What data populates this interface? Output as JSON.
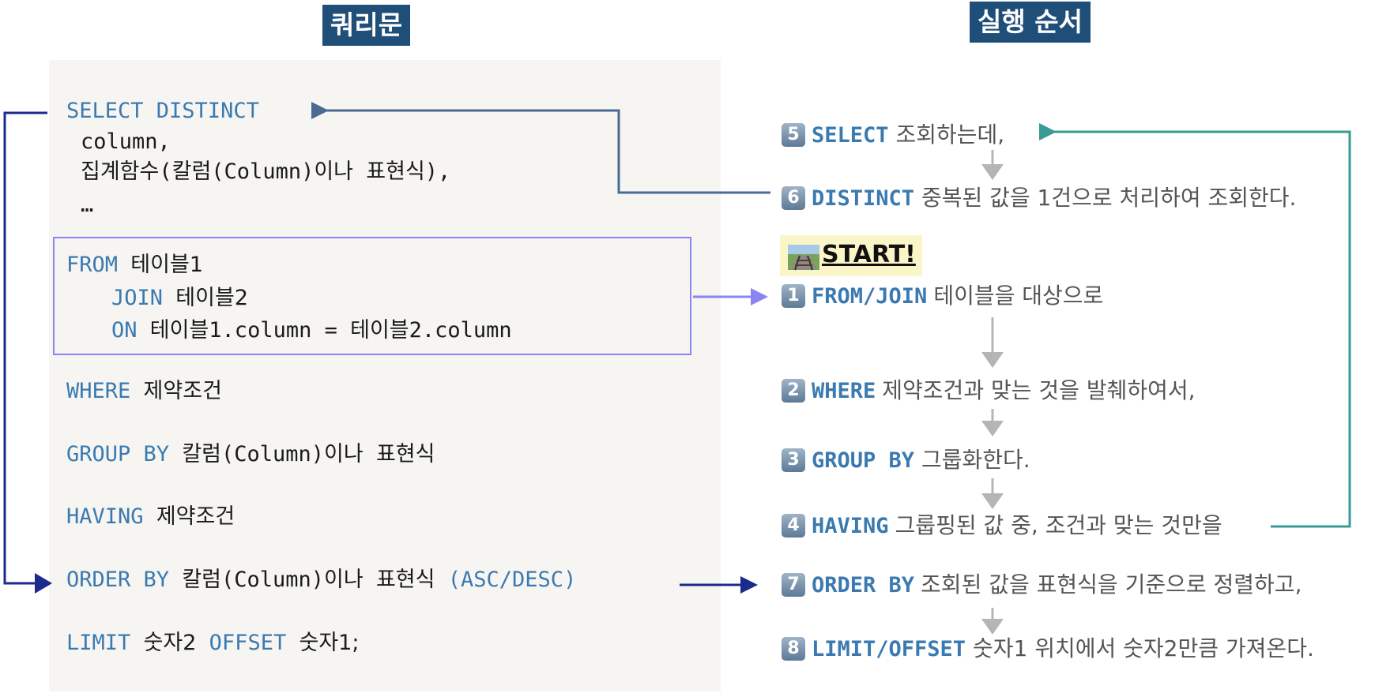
{
  "headers": {
    "query": "쿼리문",
    "order": "실행 순서"
  },
  "query": {
    "select_kw": "SELECT DISTINCT",
    "col1": "column,",
    "col2": "집계함수(칼럼(Column)이나 표현식),",
    "ellipsis": "…",
    "from_kw": "FROM",
    "from_tbl": "테이블1",
    "join_kw": "JOIN",
    "join_tbl": "테이블2",
    "on_kw": "ON",
    "on_cond": "테이블1.column = 테이블2.column",
    "where_kw": "WHERE",
    "where_val": "제약조건",
    "group_kw": "GROUP BY",
    "group_val": "칼럼(Column)이나 표현식",
    "having_kw": "HAVING",
    "having_val": "제약조건",
    "order_kw": "ORDER BY",
    "order_val": "칼럼(Column)이나 표현식",
    "order_dir": "(ASC/DESC)",
    "limit_kw": "LIMIT",
    "limit_val": "숫자2",
    "offset_kw": "OFFSET",
    "offset_val": "숫자1;"
  },
  "steps": {
    "s5": {
      "num": "5",
      "kw": "SELECT",
      "text": " 조회하는데,"
    },
    "s6": {
      "num": "6",
      "kw": "DISTINCT",
      "text": " 중복된 값을 1건으로 처리하여 조회한다."
    },
    "start": {
      "icon": "railway-track-icon",
      "label": "START!"
    },
    "s1": {
      "num": "1",
      "kw": "FROM/JOIN",
      "text": "테이블을 대상으로"
    },
    "s2": {
      "num": "2",
      "kw": "WHERE",
      "text": "제약조건과 맞는 것을 발췌하여서,"
    },
    "s3": {
      "num": "3",
      "kw": "GROUP BY",
      "text": " 그룹화한다."
    },
    "s4": {
      "num": "4",
      "kw": "HAVING",
      "text": "그룹핑된 값 중, 조건과 맞는 것만을"
    },
    "s7": {
      "num": "7",
      "kw": "ORDER BY",
      "text": "조회된 값을 표현식을 기준으로 정렬하고,"
    },
    "s8": {
      "num": "8",
      "kw": "LIMIT/OFFSET",
      "text": " 숫자1 위치에서 숫자2만큼 가져온다."
    }
  },
  "colors": {
    "header_bg": "#1f4e79",
    "keyword": "#3b7ab0",
    "panel_bg": "#f6f5f2",
    "arrow_navy": "#1c2a8c",
    "arrow_steel": "#4b6a93",
    "arrow_teal": "#3a9a94",
    "from_box": "#8b84f5",
    "start_bg": "#fbf6c8"
  }
}
